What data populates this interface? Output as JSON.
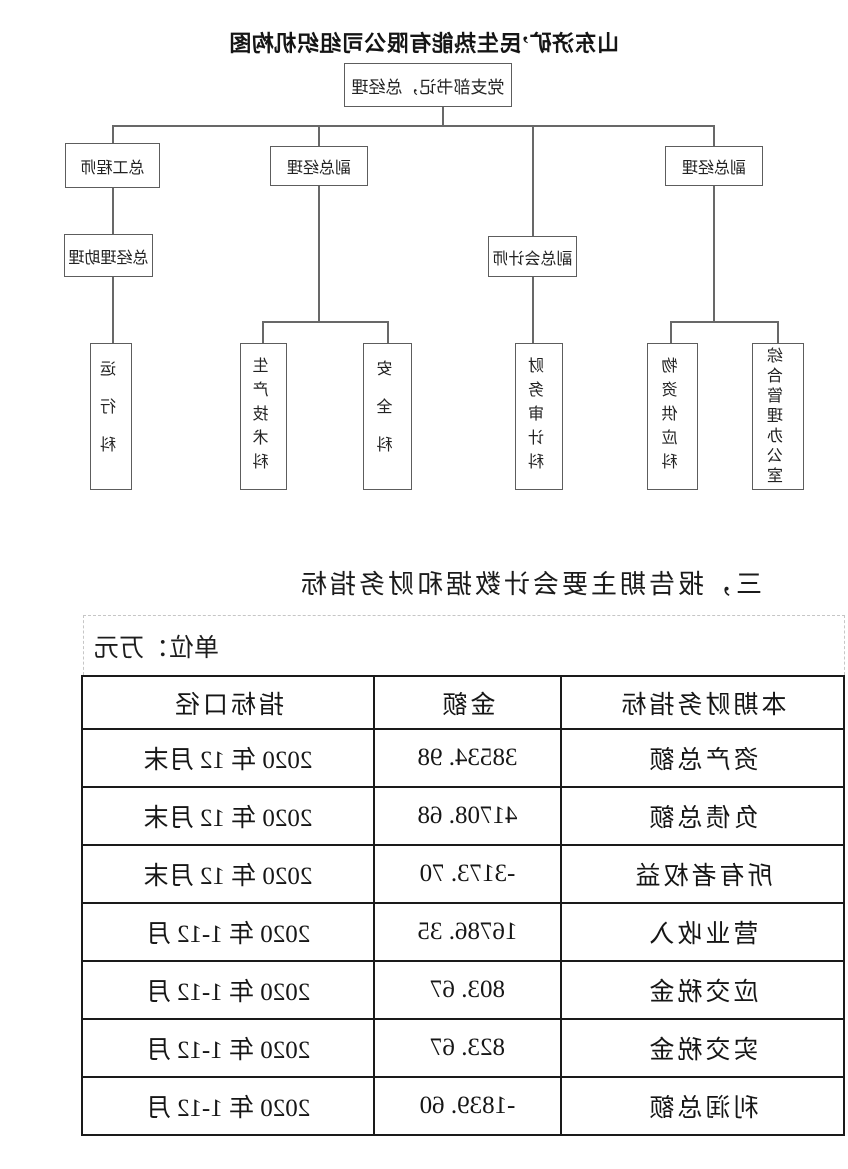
{
  "org_chart": {
    "title": "山东济矿’民生热能有限公司组织机构图",
    "root": {
      "label": "党支部书记，总经理"
    },
    "level2": [
      {
        "label": "副总经理"
      },
      {
        "label": "副总会计师"
      },
      {
        "label": "副总经理"
      },
      {
        "label": "总工程师"
      },
      {
        "label": "总经理助理"
      }
    ],
    "departments": [
      {
        "label": "综合管理办公室"
      },
      {
        "label": "物资供应科"
      },
      {
        "label": "财务审计科"
      },
      {
        "label": "安全科"
      },
      {
        "label": "生产技术科"
      },
      {
        "label": "运行科"
      }
    ]
  },
  "section": {
    "heading": "三，报告期主要会计数据和财务指标"
  },
  "table": {
    "unit_label": "单位：万元",
    "columns": [
      "本期财务指标",
      "金额",
      "指标口径"
    ],
    "rows": [
      {
        "indicator": "资产总额",
        "amount": "38534. 98",
        "period": "2020 年 12 月末"
      },
      {
        "indicator": "负债总额",
        "amount": "41708. 68",
        "period": "2020 年 12 月末"
      },
      {
        "indicator": "所有者权益",
        "amount": "-3173. 70",
        "period": "2020 年 12 月末"
      },
      {
        "indicator": "营业收入",
        "amount": "16786. 35",
        "period": "2020 年 1-12 月"
      },
      {
        "indicator": "应交税金",
        "amount": "803. 67",
        "period": "2020 年 1-12 月"
      },
      {
        "indicator": "实交税金",
        "amount": "823. 67",
        "period": "2020 年 1-12 月"
      },
      {
        "indicator": "利润总额",
        "amount": "-1839. 60",
        "period": "2020 年 1-12 月"
      }
    ]
  },
  "colors": {
    "text": "#1c1c1c",
    "box_border": "#5d5d5d",
    "connector": "#686868",
    "table_border": "#1a1a1a",
    "unit_row_dashed_border": "#c6c6c6",
    "page_background": "#ffffff"
  }
}
